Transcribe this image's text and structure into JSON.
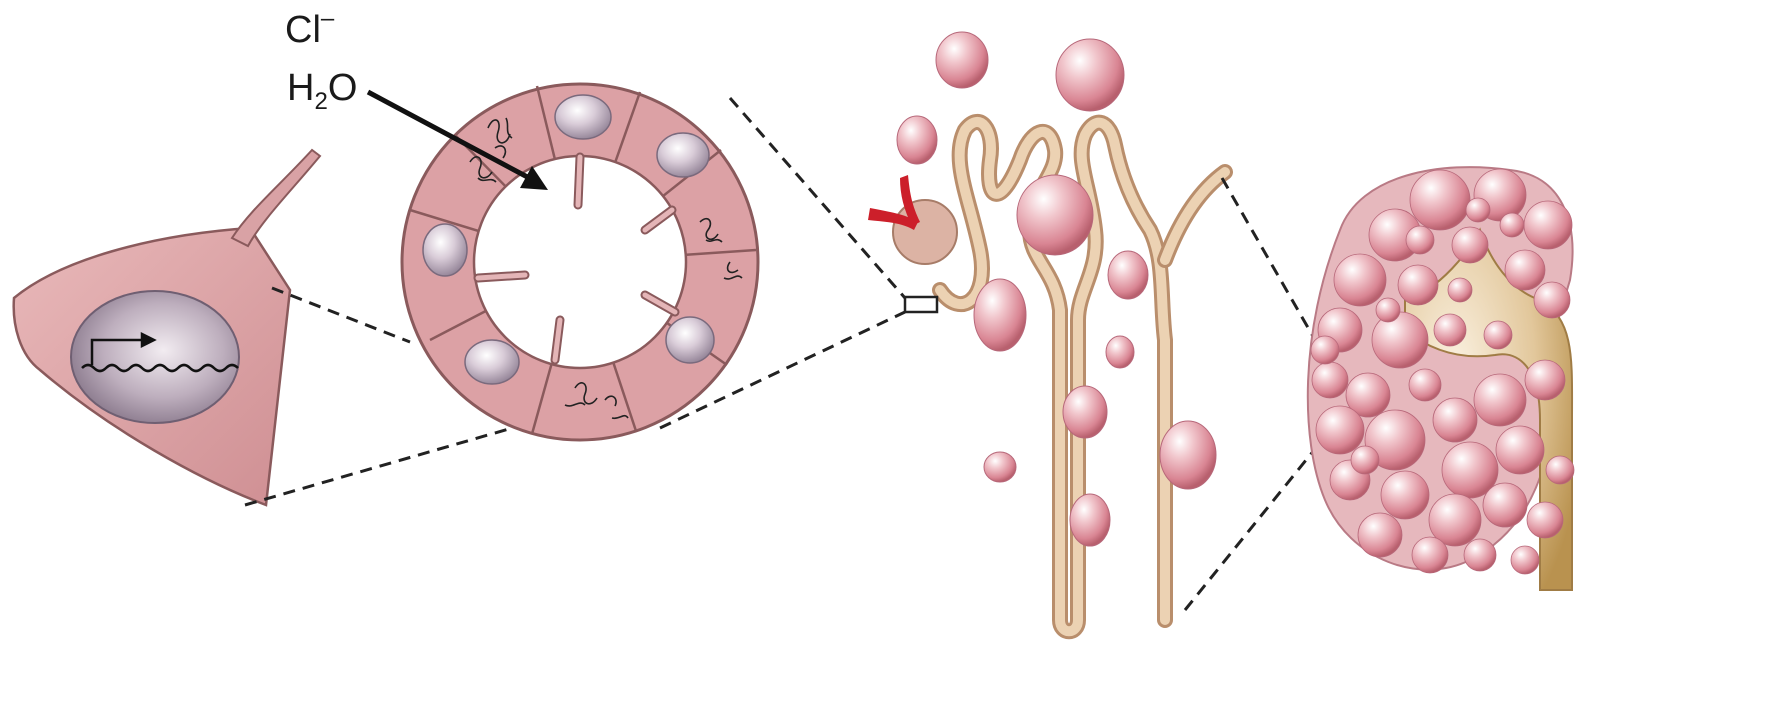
{
  "labels": {
    "ion_base": "Cl",
    "ion_charge": "–",
    "water_h": "H",
    "water_sub": "2",
    "water_o": "O"
  },
  "panels": [
    {
      "id": "cell",
      "icon": "epithelial-cell-with-primary-cilium"
    },
    {
      "id": "cyst",
      "icon": "cyst-cross-section"
    },
    {
      "id": "nephron",
      "icon": "nephron-with-cysts"
    },
    {
      "id": "kidney",
      "icon": "polycystic-kidney"
    }
  ],
  "colors": {
    "cell_fill": "#dfa6a8",
    "cell_stroke": "#8a5a5c",
    "nucleus": "#a995a8",
    "tubule": "#e9c9a8",
    "tubule_stroke": "#b98e6c",
    "cyst_fill": "#e9a0ab",
    "vessel": "#cc1f2a",
    "ureter": "#c7a46a"
  }
}
